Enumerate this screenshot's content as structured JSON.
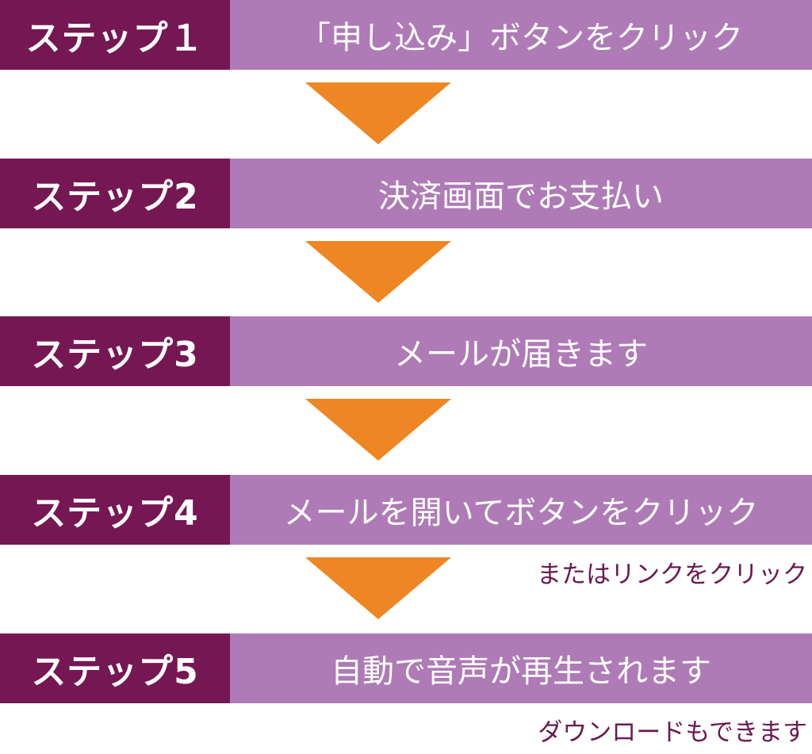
{
  "steps": [
    {
      "label": "ステップ１",
      "text": "「申し込み」ボタンをクリック"
    },
    {
      "label": "ステップ2",
      "text": "決済画面でお支払い"
    },
    {
      "label": "ステップ3",
      "text": "メールが届きます"
    },
    {
      "label": "ステップ4",
      "text": "メールを開いてボタンをクリック"
    },
    {
      "label": "ステップ5",
      "text": "自動で音声が再生されます"
    }
  ],
  "notes": {
    "step4": "またはリンクをクリック",
    "step5": "ダウンロードもできます"
  },
  "colors": {
    "label_bg": "#751753",
    "text_bg": "#ae7bb6",
    "arrow": "#ee8623",
    "note_text": "#6b1a50"
  }
}
